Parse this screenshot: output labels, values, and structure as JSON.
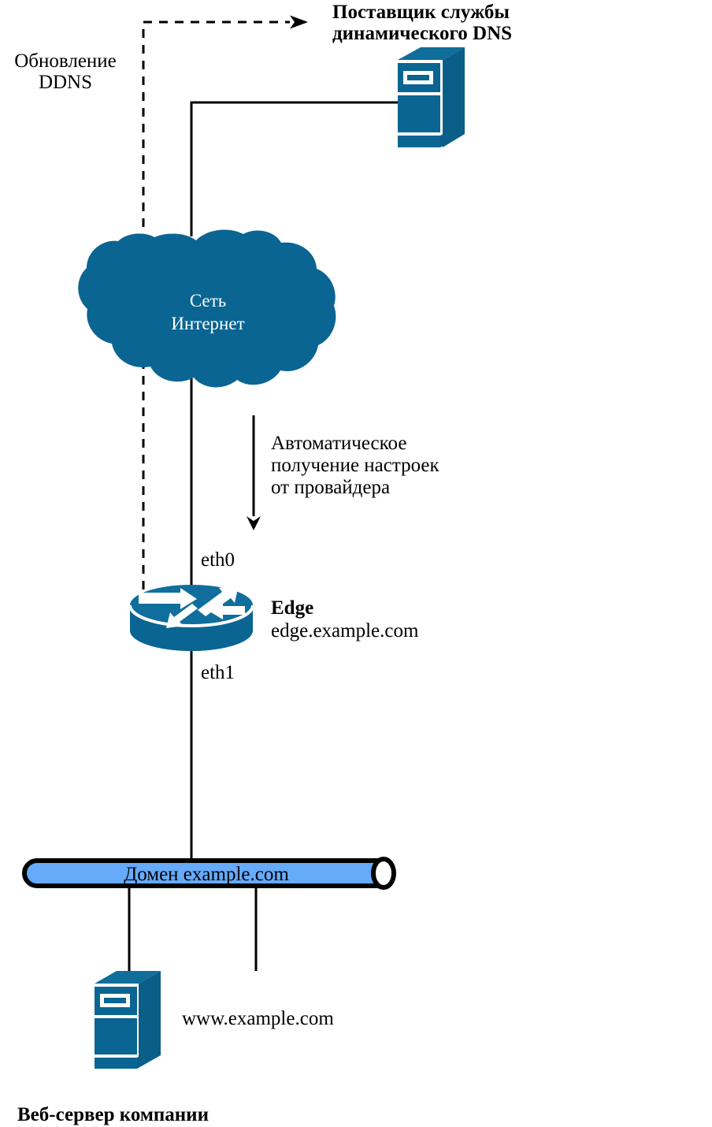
{
  "diagram": {
    "title_note": "DDNS network topology diagram",
    "colors": {
      "node_blue": "#0A6592",
      "node_blue_light": "#12719F",
      "node_blue_dark": "#075277",
      "domain_bar_fill": "#66AAFA",
      "line_black": "#000000",
      "white": "#FFFFFF"
    },
    "nodes": {
      "dns_provider": {
        "label_line1": "Поставщик службы",
        "label_line2": "динамического DNS",
        "icon": "server-tower-icon",
        "bold": true
      },
      "internet_cloud": {
        "label_line1": "Сеть",
        "label_line2": "Интернет",
        "icon": "cloud-icon"
      },
      "edge_router": {
        "name": "Edge",
        "hostname": "edge.example.com",
        "icon": "router-icon",
        "interface_top": "eth0",
        "interface_bottom": "eth1"
      },
      "domain_bar": {
        "label": "Домен example.com",
        "icon": "network-bus-icon"
      },
      "web_server": {
        "hostname": "www.example.com",
        "caption": "Веб-сервер компании",
        "icon": "server-tower-icon"
      }
    },
    "annotations": {
      "ddns_update_line1": "Обновление",
      "ddns_update_line2": "DDNS",
      "auto_config_line1": "Автоматическое",
      "auto_config_line2": "получение настроек",
      "auto_config_line3": "от провайдера"
    }
  }
}
